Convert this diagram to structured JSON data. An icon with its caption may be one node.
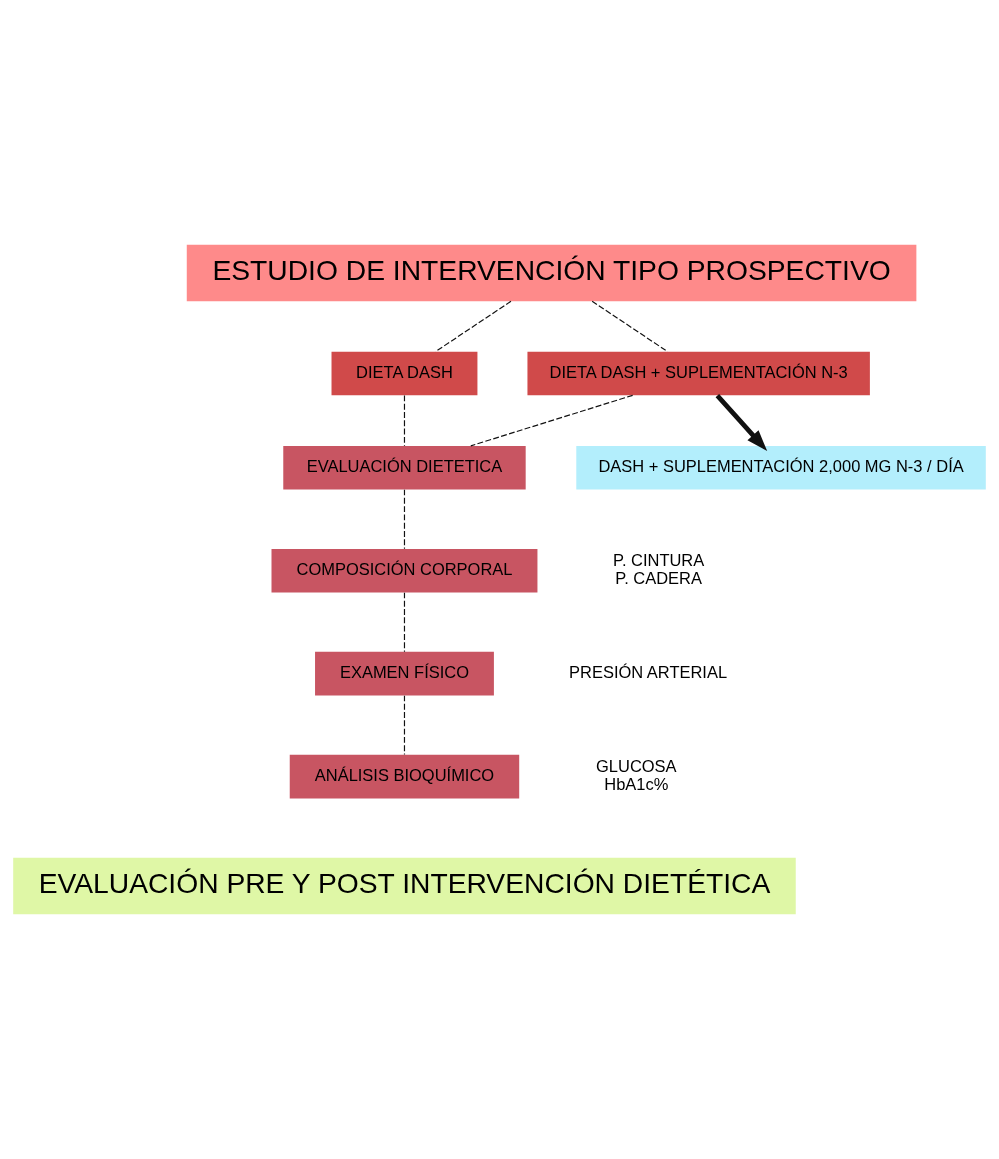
{
  "diagram": {
    "nodes": [
      {
        "text": [
          "ESTUDIO DE INTERVENCIÓN TIPO PROSPECTIVO"
        ]
      },
      {
        "text": [
          "DIETA DASH"
        ]
      },
      {
        "text": [
          "DIETA DASH + SUPLEMENTACIÓN N-3"
        ]
      },
      {
        "text": [
          "DASH + SUPLEMENTACIÓN 2,000 MG N-3 / DÍA"
        ]
      },
      {
        "text": [
          "EVALUACIÓN DIETETICA"
        ]
      },
      {
        "text": [
          "COMPOSICIÓN CORPORAL"
        ],
        "beside": [
          "P. CINTURA",
          "P. CADERA"
        ]
      },
      {
        "text": [
          "EXAMEN FÍSICO"
        ]
      },
      {
        "text": [
          "ANÁLISIS BIOQUÍMICO"
        ],
        "beside": [
          "GLUCOSA",
          "HbA1c%"
        ]
      },
      {
        "text": [
          "EVALUACIÓN PRE Y POST INTERVENCIÓN DIETÉTICA"
        ]
      }
    ],
    "edges": [
      {
        "from": 0,
        "to": 1,
        "arrow": "none",
        "style": "dashed"
      },
      {
        "from": 0,
        "to": 2,
        "arrow": "none",
        "style": "dashed"
      },
      {
        "from": 1,
        "to": 4,
        "arrow": "none",
        "style": "dashed"
      },
      {
        "from": 2,
        "to": 4,
        "arrow": "none",
        "style": "dashed"
      },
      {
        "from": 2,
        "to": 3,
        "arrow": "to",
        "style": "thick"
      },
      {
        "from": 4,
        "to": 5,
        "arrow": "none",
        "style": "dashed"
      },
      {
        "from": 5,
        "to": 6,
        "arrow": "none",
        "style": "dashed"
      },
      {
        "from": 6,
        "to": 7,
        "arrow": "none",
        "style": "dashed"
      }
    ],
    "labels": [
      "PRESIÓN ARTERIAL"
    ]
  }
}
